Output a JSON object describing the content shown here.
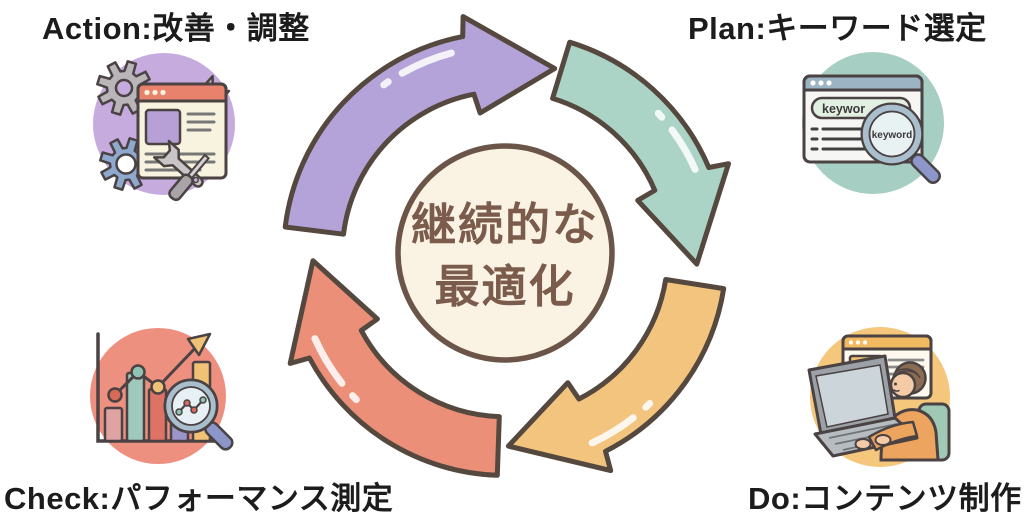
{
  "diagram": {
    "type": "cycle",
    "center": {
      "line1": "継続的な",
      "line2": "最適化"
    },
    "steps": [
      {
        "id": "plan",
        "label": "Plan:キーワード選定",
        "position": "top-right",
        "arrow_color": "#abd3c6",
        "icon_bg": "#a7cec2",
        "icon": "keyword-search-browser"
      },
      {
        "id": "do",
        "label": "Do:コンテンツ制作",
        "position": "bottom-right",
        "arrow_color": "#f2c47e",
        "icon_bg": "#f5c77d",
        "icon": "person-creating-content-on-laptop"
      },
      {
        "id": "check",
        "label": "Check:パフォーマンス測定",
        "position": "bottom-left",
        "arrow_color": "#ec8f79",
        "icon_bg": "#ee9080",
        "icon": "analytics-chart-with-magnifier"
      },
      {
        "id": "action",
        "label": "Action:改善・調整",
        "position": "top-left",
        "arrow_color": "#b3a3d8",
        "icon_bg": "#c6abdf",
        "icon": "browser-with-gears-and-tools"
      }
    ],
    "icon_texts": {
      "search_input": "keywor",
      "magnifier_lens": "keyword"
    },
    "colors": {
      "outline": "#55483f",
      "center_fill": "#faf3e3",
      "center_border": "#6b5548",
      "center_text": "#7a5b4c",
      "label_text": "#1c1c1c",
      "background": "#ffffff"
    }
  }
}
